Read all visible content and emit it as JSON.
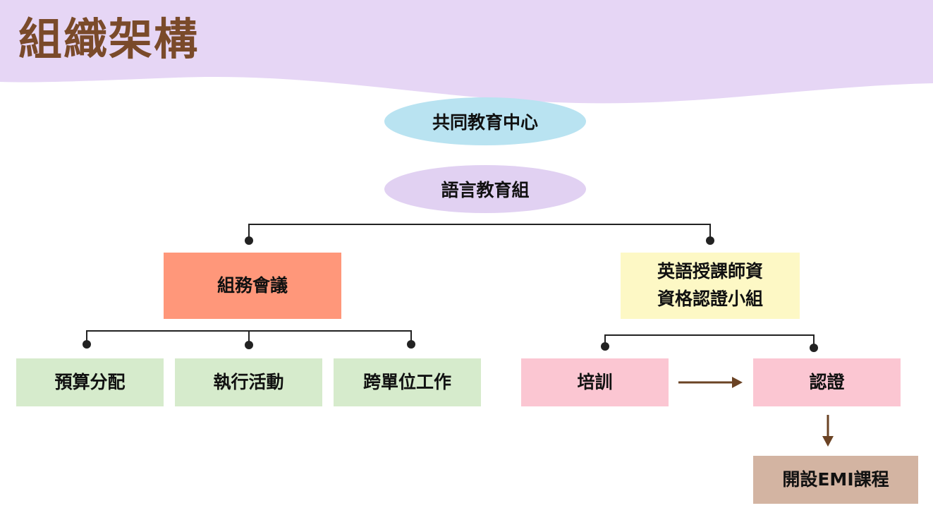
{
  "page": {
    "title": "組織架構"
  },
  "nodes": {
    "center": {
      "label": "共同教育中心",
      "color": "#b9e3f1"
    },
    "language_group": {
      "label": "語言教育組",
      "color": "#e1d1f2"
    },
    "group_meeting": {
      "label": "組務會議",
      "color": "#ff977a"
    },
    "cert_team": {
      "lines": [
        "英語授課師資",
        "資格認證小組"
      ],
      "color": "#fdf8c5"
    },
    "budget": {
      "label": "預算分配",
      "color": "#d6ebcc"
    },
    "activities": {
      "label": "執行活動",
      "color": "#d6ebcc"
    },
    "cross_unit": {
      "label": "跨單位工作",
      "color": "#d6ebcc"
    },
    "training": {
      "label": "培訓",
      "color": "#fbc6d2"
    },
    "certification": {
      "label": "認證",
      "color": "#fbc6d2"
    },
    "emi_courses": {
      "label": "開設EMI課程",
      "color": "#d3b4a2"
    }
  },
  "colors": {
    "header_band": "#e6d6f5",
    "title_text": "#7a4a2a",
    "connector": "#222222",
    "flow_arrow": "#6b4324"
  }
}
